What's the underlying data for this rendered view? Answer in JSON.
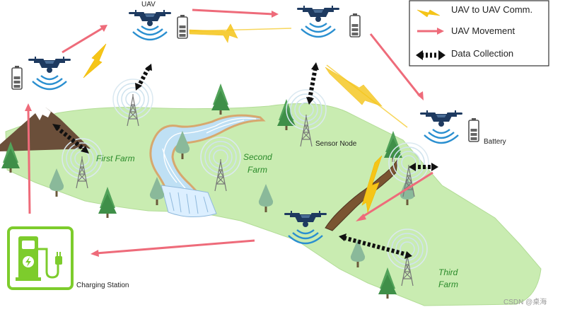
{
  "labels": {
    "uav": "UAV",
    "sensor_node": "Sensor Node",
    "battery": "Battery",
    "charging_station": "Charging Station",
    "first_farm": "First Farm",
    "second_farm_1": "Second",
    "second_farm_2": "Farm",
    "third_farm_1": "Third",
    "third_farm_2": "Farm"
  },
  "legend": {
    "items": [
      {
        "label": "UAV to UAV Comm."
      },
      {
        "label": "UAV Movement"
      },
      {
        "label": "Data Collection"
      }
    ]
  },
  "watermark": "CSDN @桌海",
  "colors": {
    "land": "#c9ecb1",
    "movement": "#ee6b7a",
    "comm": "#f5c518",
    "drone": "#1e3a60",
    "signal": "#2a8fd0",
    "charger": "#7dcc2c"
  }
}
